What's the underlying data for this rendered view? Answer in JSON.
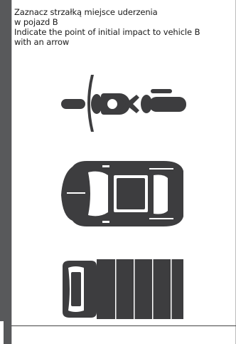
{
  "form": {
    "instruction_pl_line1": "Zaznacz strzałką miejsce uderzenia",
    "instruction_pl_line2": "w pojazd B",
    "instruction_en_line1": "Indicate the point of  initial impact to vehicle B",
    "instruction_en_line2": "with an arrow"
  },
  "vehicles": [
    {
      "name": "motorcycle-icon"
    },
    {
      "name": "car-icon"
    },
    {
      "name": "truck-icon"
    }
  ],
  "colors": {
    "vehicle_fill": "#3d3d3f",
    "side_bar": "#58595b"
  }
}
